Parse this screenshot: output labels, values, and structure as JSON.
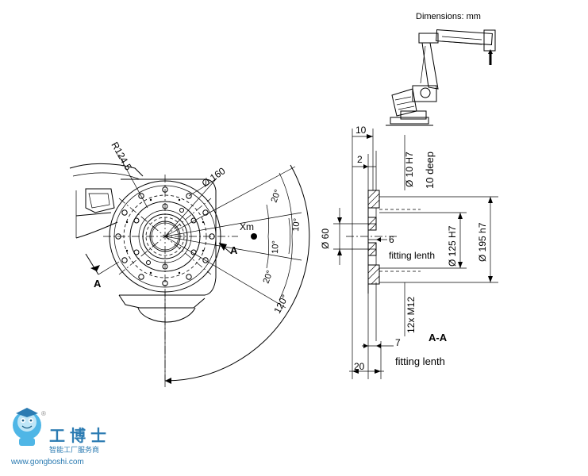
{
  "header": {
    "units_note": "Dimensions: mm"
  },
  "front_view": {
    "radius_label": "R124,5",
    "diameter_label": "Ø 160",
    "xm_label": "Xm",
    "section_mark_right": "A",
    "section_mark_left": "A",
    "angle_top": "20°",
    "angle_upper_inner": "10°",
    "angle_lower_inner": "10°",
    "angle_bottom": "20°",
    "angle_total": "120°"
  },
  "section_view": {
    "dim_top_10": "10",
    "dim_top_2": "2",
    "hole_h7": "Ø 10 H7",
    "hole_depth": "10 deep",
    "bore_60": "Ø 60",
    "dim_6": "6",
    "fitting_upper": "fitting lenth",
    "dia_125": "Ø 125 H7",
    "dia_195": "Ø 195 h7",
    "thread": "12x M12",
    "section_title": "A-A",
    "dim_7": "7",
    "dim_20": "20",
    "fitting_lower": "fitting lenth"
  },
  "watermark": {
    "brand_cn": "工博士",
    "tagline_cn": "智能工厂服务商",
    "url": "www.gongboshi.com",
    "registered": "®"
  }
}
